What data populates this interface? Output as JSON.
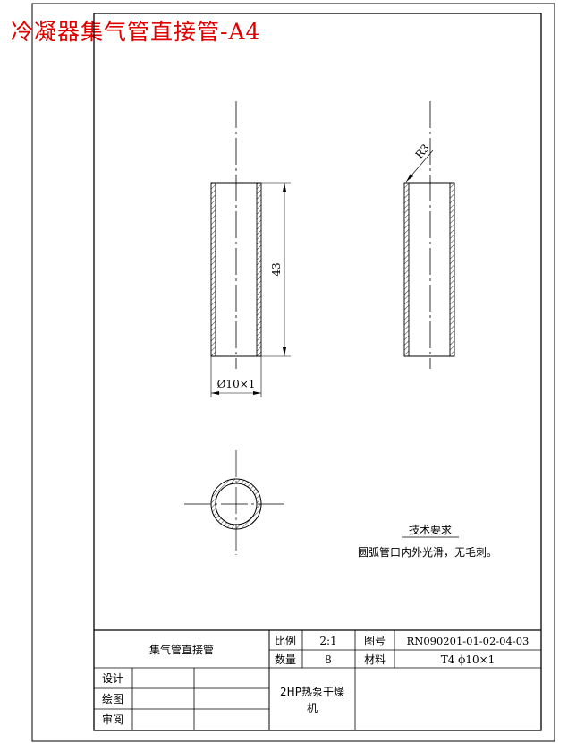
{
  "red_title": "冷凝器集气管直接管-A4",
  "dimensions": {
    "length": "43",
    "diameter": "Ø10×1",
    "radius": "R3"
  },
  "tech_requirements": {
    "heading": "技术要求",
    "text": "圆弧管口内外光滑，无毛刺。"
  },
  "title_block": {
    "part_name": "集气管直接管",
    "scale_label": "比例",
    "scale_value": "2:1",
    "drawing_no_label": "图号",
    "drawing_no_value": "RN090201-01-02-04-03",
    "quantity_label": "数量",
    "quantity_value": "8",
    "material_label": "材料",
    "material_value": "T4  ϕ10×1",
    "design_label": "设计",
    "draw_label": "绘图",
    "review_label": "审阅",
    "product_line1": "2HP热泵干燥",
    "product_line2": "机"
  },
  "colors": {
    "title_red": "#e00000",
    "line": "#000000"
  }
}
